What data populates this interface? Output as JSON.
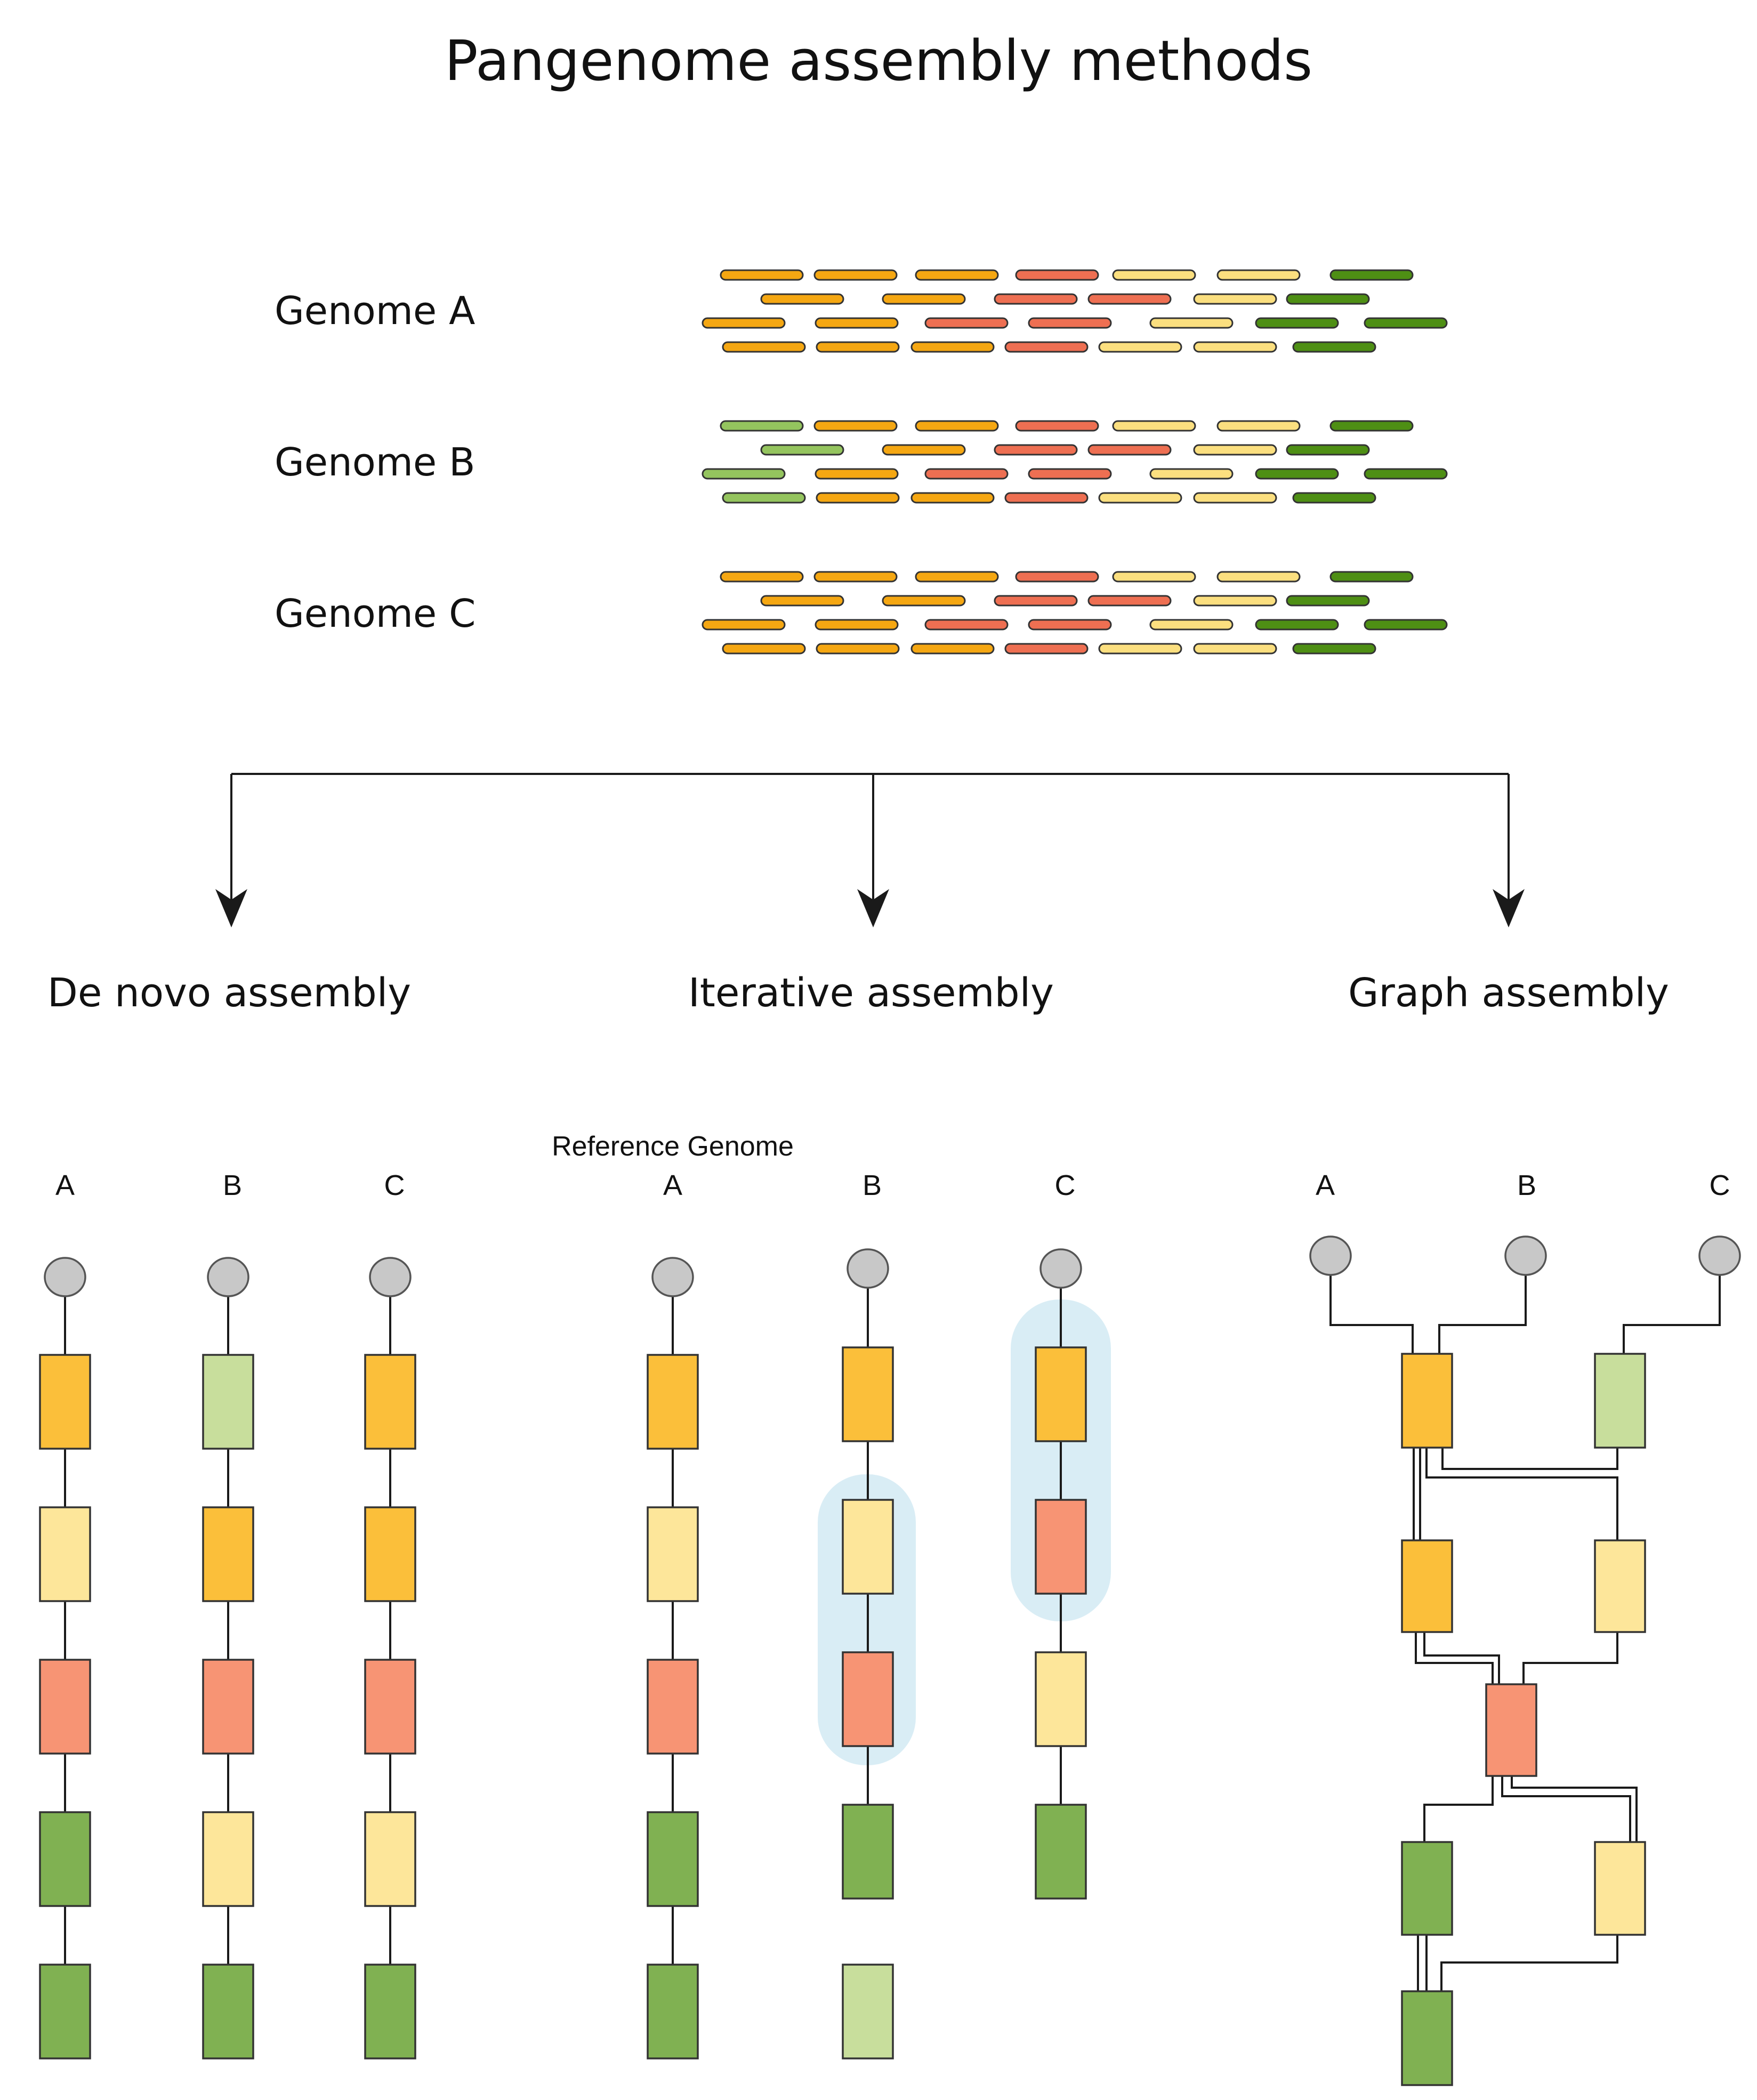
{
  "title": "Pangenome assembly methods",
  "colors": {
    "orange": "#fbbf3a",
    "read_orange": "#f5a712",
    "pale_yellow": "#fde69a",
    "read_yellow": "#fbdf7f",
    "salmon": "#f79474",
    "read_salmon": "#ee6f52",
    "dark_green": "#80b152",
    "read_green": "#4e8f14",
    "light_green": "#c8de9c",
    "read_light_green": "#94c45e",
    "highlight": "#cfe8f2",
    "start_node": "#c8c8c8"
  },
  "genomes": [
    {
      "label": "Genome A",
      "variant": "A"
    },
    {
      "label": "Genome B",
      "variant": "B"
    },
    {
      "label": "Genome C",
      "variant": "C"
    }
  ],
  "methods": {
    "de_novo": {
      "label": "De novo assembly",
      "columns": [
        {
          "label": "A",
          "nodes": [
            "orange",
            "pale_yellow",
            "salmon",
            "dark_green",
            "dark_green"
          ]
        },
        {
          "label": "B",
          "nodes": [
            "light_green",
            "orange",
            "salmon",
            "pale_yellow",
            "dark_green"
          ]
        },
        {
          "label": "C",
          "nodes": [
            "orange",
            "orange",
            "salmon",
            "pale_yellow",
            "dark_green"
          ]
        }
      ]
    },
    "iterative": {
      "label": "Iterative assembly",
      "reference_label": "Reference Genome",
      "columns": [
        {
          "label": "A",
          "nodes": [
            "orange",
            "pale_yellow",
            "salmon",
            "dark_green",
            "dark_green"
          ]
        },
        {
          "label": "B",
          "nodes": [
            "orange",
            "pale_yellow",
            "salmon",
            "dark_green",
            "light_green"
          ]
        },
        {
          "label": "C",
          "nodes": [
            "orange",
            "salmon",
            "pale_yellow",
            "dark_green"
          ]
        }
      ]
    },
    "graph": {
      "label": "Graph assembly",
      "columns": [
        {
          "label": "A"
        },
        {
          "label": "B"
        },
        {
          "label": "C"
        }
      ]
    }
  }
}
